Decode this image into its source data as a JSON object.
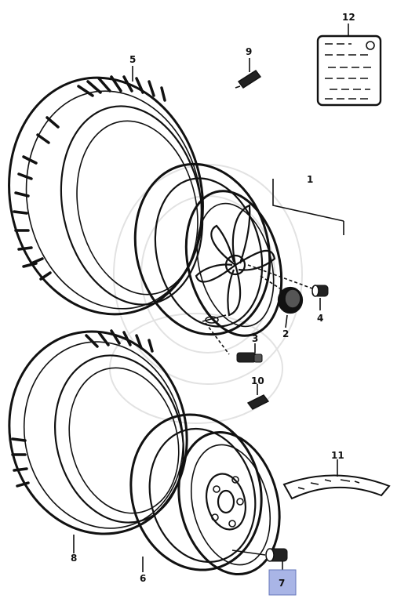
{
  "callouts": [
    {
      "id": "1",
      "label": "1"
    },
    {
      "id": "2",
      "label": "2"
    },
    {
      "id": "3",
      "label": "3"
    },
    {
      "id": "4",
      "label": "4"
    },
    {
      "id": "5",
      "label": "5"
    },
    {
      "id": "6",
      "label": "6"
    },
    {
      "id": "7",
      "label": "7"
    },
    {
      "id": "8",
      "label": "8"
    },
    {
      "id": "9",
      "label": "9"
    },
    {
      "id": "10",
      "label": "10"
    },
    {
      "id": "11",
      "label": "11"
    },
    {
      "id": "12",
      "label": "12"
    }
  ],
  "highlight": {
    "label": "7",
    "color": "#a9b5e6"
  }
}
